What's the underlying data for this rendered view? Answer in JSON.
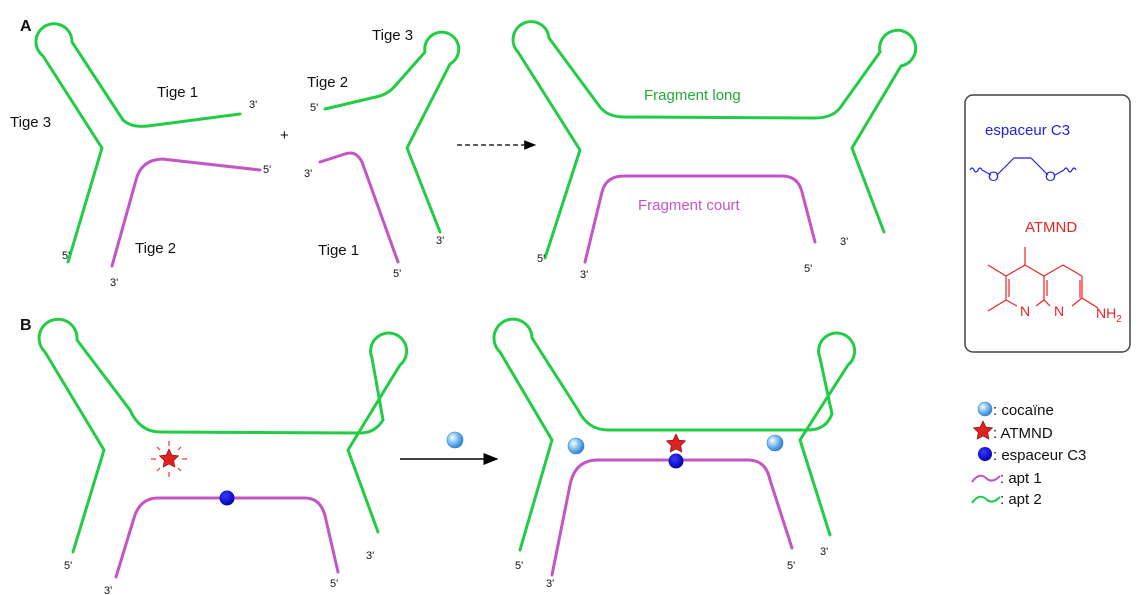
{
  "panels": {
    "a": "A",
    "b": "B"
  },
  "panel_a": {
    "left_stems": {
      "stem1": "Tige 1",
      "stem2": "Tige 2",
      "stem3": "Tige 3"
    },
    "right_stems": {
      "stem1": "Tige 1",
      "stem2": "Tige 2",
      "stem3": "Tige 3"
    },
    "plus": "+",
    "long_fragment": "Fragment long",
    "short_fragment": "Fragment court",
    "ends": {
      "three": "3'",
      "five": "5'"
    }
  },
  "inset": {
    "spacer_title": "espaceur C3",
    "atmnd_title": "ATMND",
    "atom_o": "O",
    "atom_n": "N",
    "nh2": "NH",
    "nh2_sub": "2"
  },
  "legend": {
    "cocaine": ": cocaïne",
    "atmnd": ": ATMND",
    "spacer": ": espaceur C3",
    "apt1": ": apt 1",
    "apt2": ": apt 2"
  },
  "colors": {
    "green": "#22cc44",
    "purple": "#c455c4",
    "blue_text": "#2222dd",
    "red_text": "#ee2222",
    "spacer_dot": "#1111dd",
    "star": "#dd2222",
    "cocaine": "#55aaee"
  }
}
